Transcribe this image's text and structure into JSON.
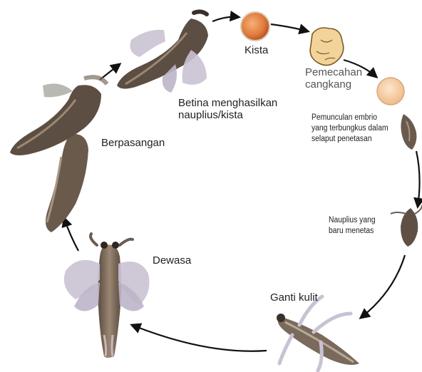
{
  "stages": {
    "kista": {
      "lines": [
        "Kista"
      ]
    },
    "pemecahan": {
      "lines": [
        "Pemecahan",
        "cangkang"
      ]
    },
    "pemunculan": {
      "lines": [
        "Pemunculan embrio",
        "yang terbungkus dalam",
        "selaput penetasan"
      ]
    },
    "nauplius": {
      "lines": [
        "Nauplius yang",
        "baru menetas"
      ]
    },
    "ganti_kulit": {
      "lines": [
        "Ganti kulit"
      ]
    },
    "dewasa": {
      "lines": [
        "Dewasa"
      ]
    },
    "berpasangan": {
      "lines": [
        "Berpasangan"
      ]
    },
    "betina": {
      "lines": [
        "Betina menghasilkan",
        "nauplius/kista"
      ]
    }
  },
  "colors": {
    "arrow": "#111111",
    "label_text": "#222222",
    "cyst_fill": "#e07a3a",
    "shell_fill": "#f2d49a",
    "embryo_fill": "#f6cfa6",
    "body_dark": "#4a4038",
    "body_mid": "#8a7868",
    "appendage": "#c9c2d3"
  }
}
